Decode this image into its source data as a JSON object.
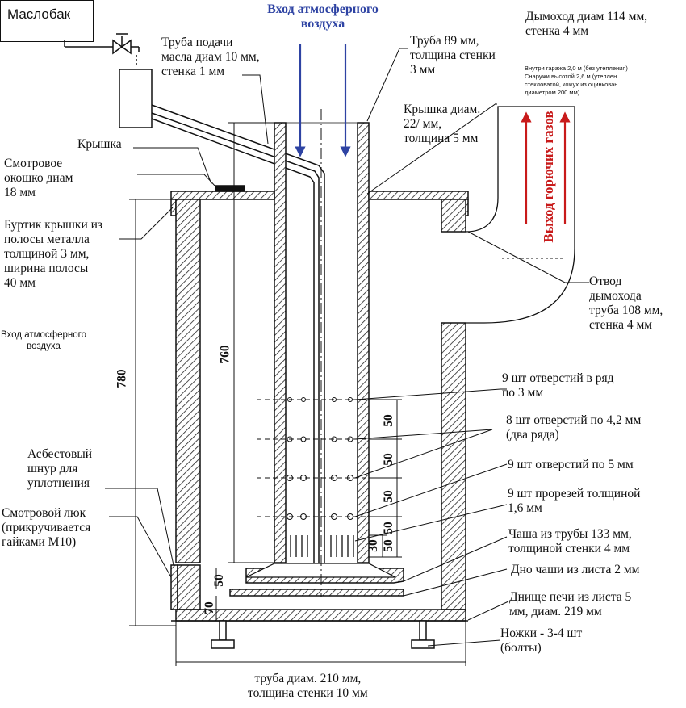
{
  "title_box": "Маслобак",
  "air_inlet_top": "Вход атмосферного\nвоздуха",
  "air_inlet_side": "Вход атмосферного\nвоздуха",
  "gas_outlet": "Выход горючих газов",
  "labels": {
    "oil_pipe": "Труба подачи\nмасла диам 10 мм,\nстенка 1 мм",
    "pipe89": "Труба 89 мм,\nтолщина стенки\n3 мм",
    "chimney": "Дымоход диам 114 мм,\nстенка 4 мм",
    "chimney_note": "Внутри гаража 2,0 м (без утепления)\nСнаружи высотой 2,6 м (утеплен\nстекловатой, кожух из оцинкован\nдиаметром 200 мм)",
    "lid_diam": "Крышка диам.\n22/ мм,\nтолщина 5 мм",
    "lid": "Крышка",
    "window": "Смотровое\nокошко диам\n18 мм",
    "rim": "Буртик крышки из\nполосы металла\nтолщиной 3 мм,\nширина полосы\n40 мм",
    "elbow": "Отвод\nдымохода\nтруба 108 мм,\nстенка 4 мм",
    "holes9_3": "9 шт отверстий в ряд\nпо 3 мм",
    "holes8": "8 шт отверстий по 4,2 мм\n(два ряда)",
    "holes9_5": "9 шт отверстий по 5 мм",
    "slots": "9 шт прорезей толщиной\n1,6 мм",
    "asbestos": "Асбестовый\nшнур для\nуплотнения",
    "hatch": "Смотровой люк\n(прикручивается\nгайками М10)",
    "cup": "Чаша из трубы 133 мм,\nтолщиной стенки 4 мм",
    "cup_bottom": "Дно чаши из листа 2 мм",
    "furnace_bottom": "Днище печи из листа 5\nмм, диам. 219 мм",
    "legs": "Ножки - 3-4 шт\n(болты)",
    "body_pipe": "труба диам. 210 мм,\nтолщина стенки 10 мм"
  },
  "dims": {
    "h780": "780",
    "h760": "760",
    "d50a": "50",
    "d50b": "50",
    "d50c": "50",
    "d50d": "50",
    "d30": "30",
    "d50e": "50",
    "d70": "70"
  },
  "colors": {
    "air_arrow": "#2e43a3",
    "gas_arrow": "#c81a1a",
    "line": "#111111"
  }
}
